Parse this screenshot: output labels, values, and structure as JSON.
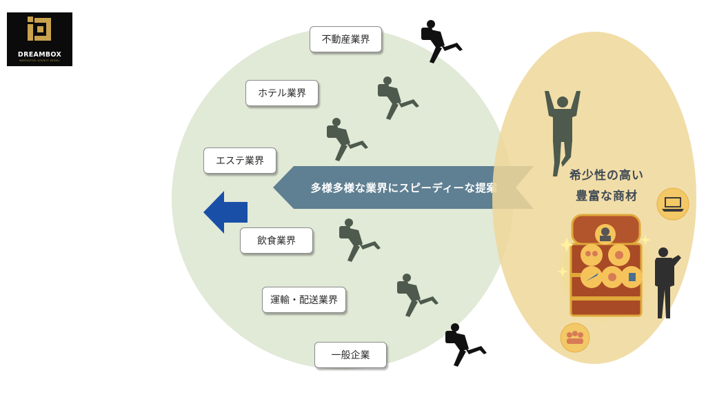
{
  "logo": {
    "name": "DREAMBOX",
    "tagline": "INNOVATIVE AGENCY MODEL"
  },
  "industries": [
    "不動産業界",
    "ホテル業界",
    "エステ業界",
    "飲食業界",
    "運輸・配送業界",
    "一般企業"
  ],
  "banner": {
    "text": "多様多様な業界にスピーディーな提案"
  },
  "resource": {
    "line1": "希少性の高い",
    "line2": "豊富な商材"
  },
  "colors": {
    "circle": "#e1e9d7",
    "oval": "#efd79a",
    "banner": "#5f7f92",
    "arrow": "#1a4fa8",
    "silhouette": "#4d5a4d"
  }
}
